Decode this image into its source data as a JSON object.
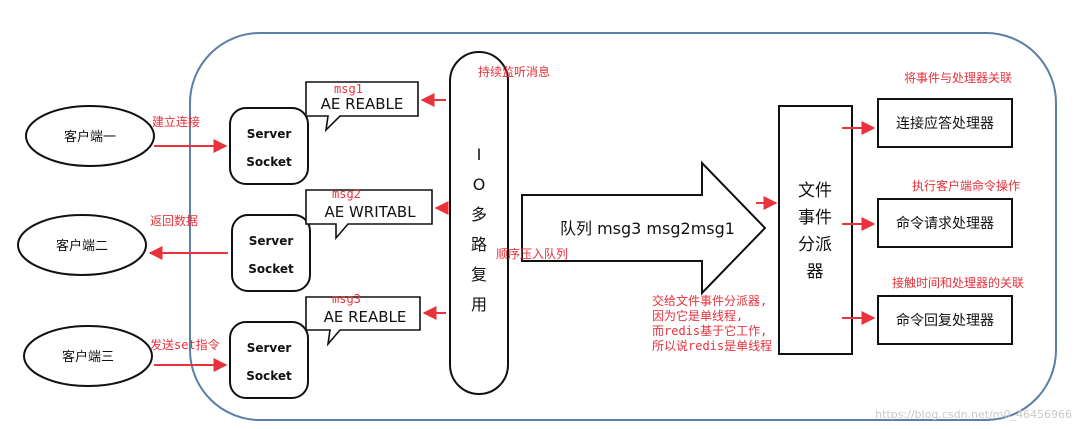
{
  "clients": [
    "客户端一",
    "客户端二",
    "客户端三"
  ],
  "server_socket": [
    "Server",
    "Socket"
  ],
  "events": [
    "AE  REABLE",
    "AE  WRITABL",
    "AE  REABLE"
  ],
  "msgs": [
    "msg1",
    "msg2",
    "msg3"
  ],
  "arrow_labels": {
    "connect": "建立连接",
    "return_data": "返回数据",
    "send_set": "发送set指令",
    "listen": "持续监听消息",
    "enqueue": "顺序压入队列",
    "associate": "将事件与处理器关联",
    "exec": "执行客户端命令操作",
    "timing": "接触时间和处理器的关联"
  },
  "io_chars": [
    "I",
    "O",
    "多",
    "路",
    "复",
    "用"
  ],
  "queue_text": "队列 msg3 msg2msg1",
  "dispatcher_chars": [
    "文件",
    "事件",
    "分派",
    "器"
  ],
  "handlers": [
    "连接应答处理器",
    "命令请求处理器",
    "命令回复处理器"
  ],
  "dispatch_note": [
    "交给文件事件分派器,",
    "因为它是单线程,",
    "而redis基于它工作,",
    "所以说redis是单线程"
  ],
  "watermark": "https://blog.csdn.net/m0_46456966",
  "colors": {
    "border": "#5b7fa6",
    "arrow": "#e8323c",
    "note": "#e8323c"
  }
}
